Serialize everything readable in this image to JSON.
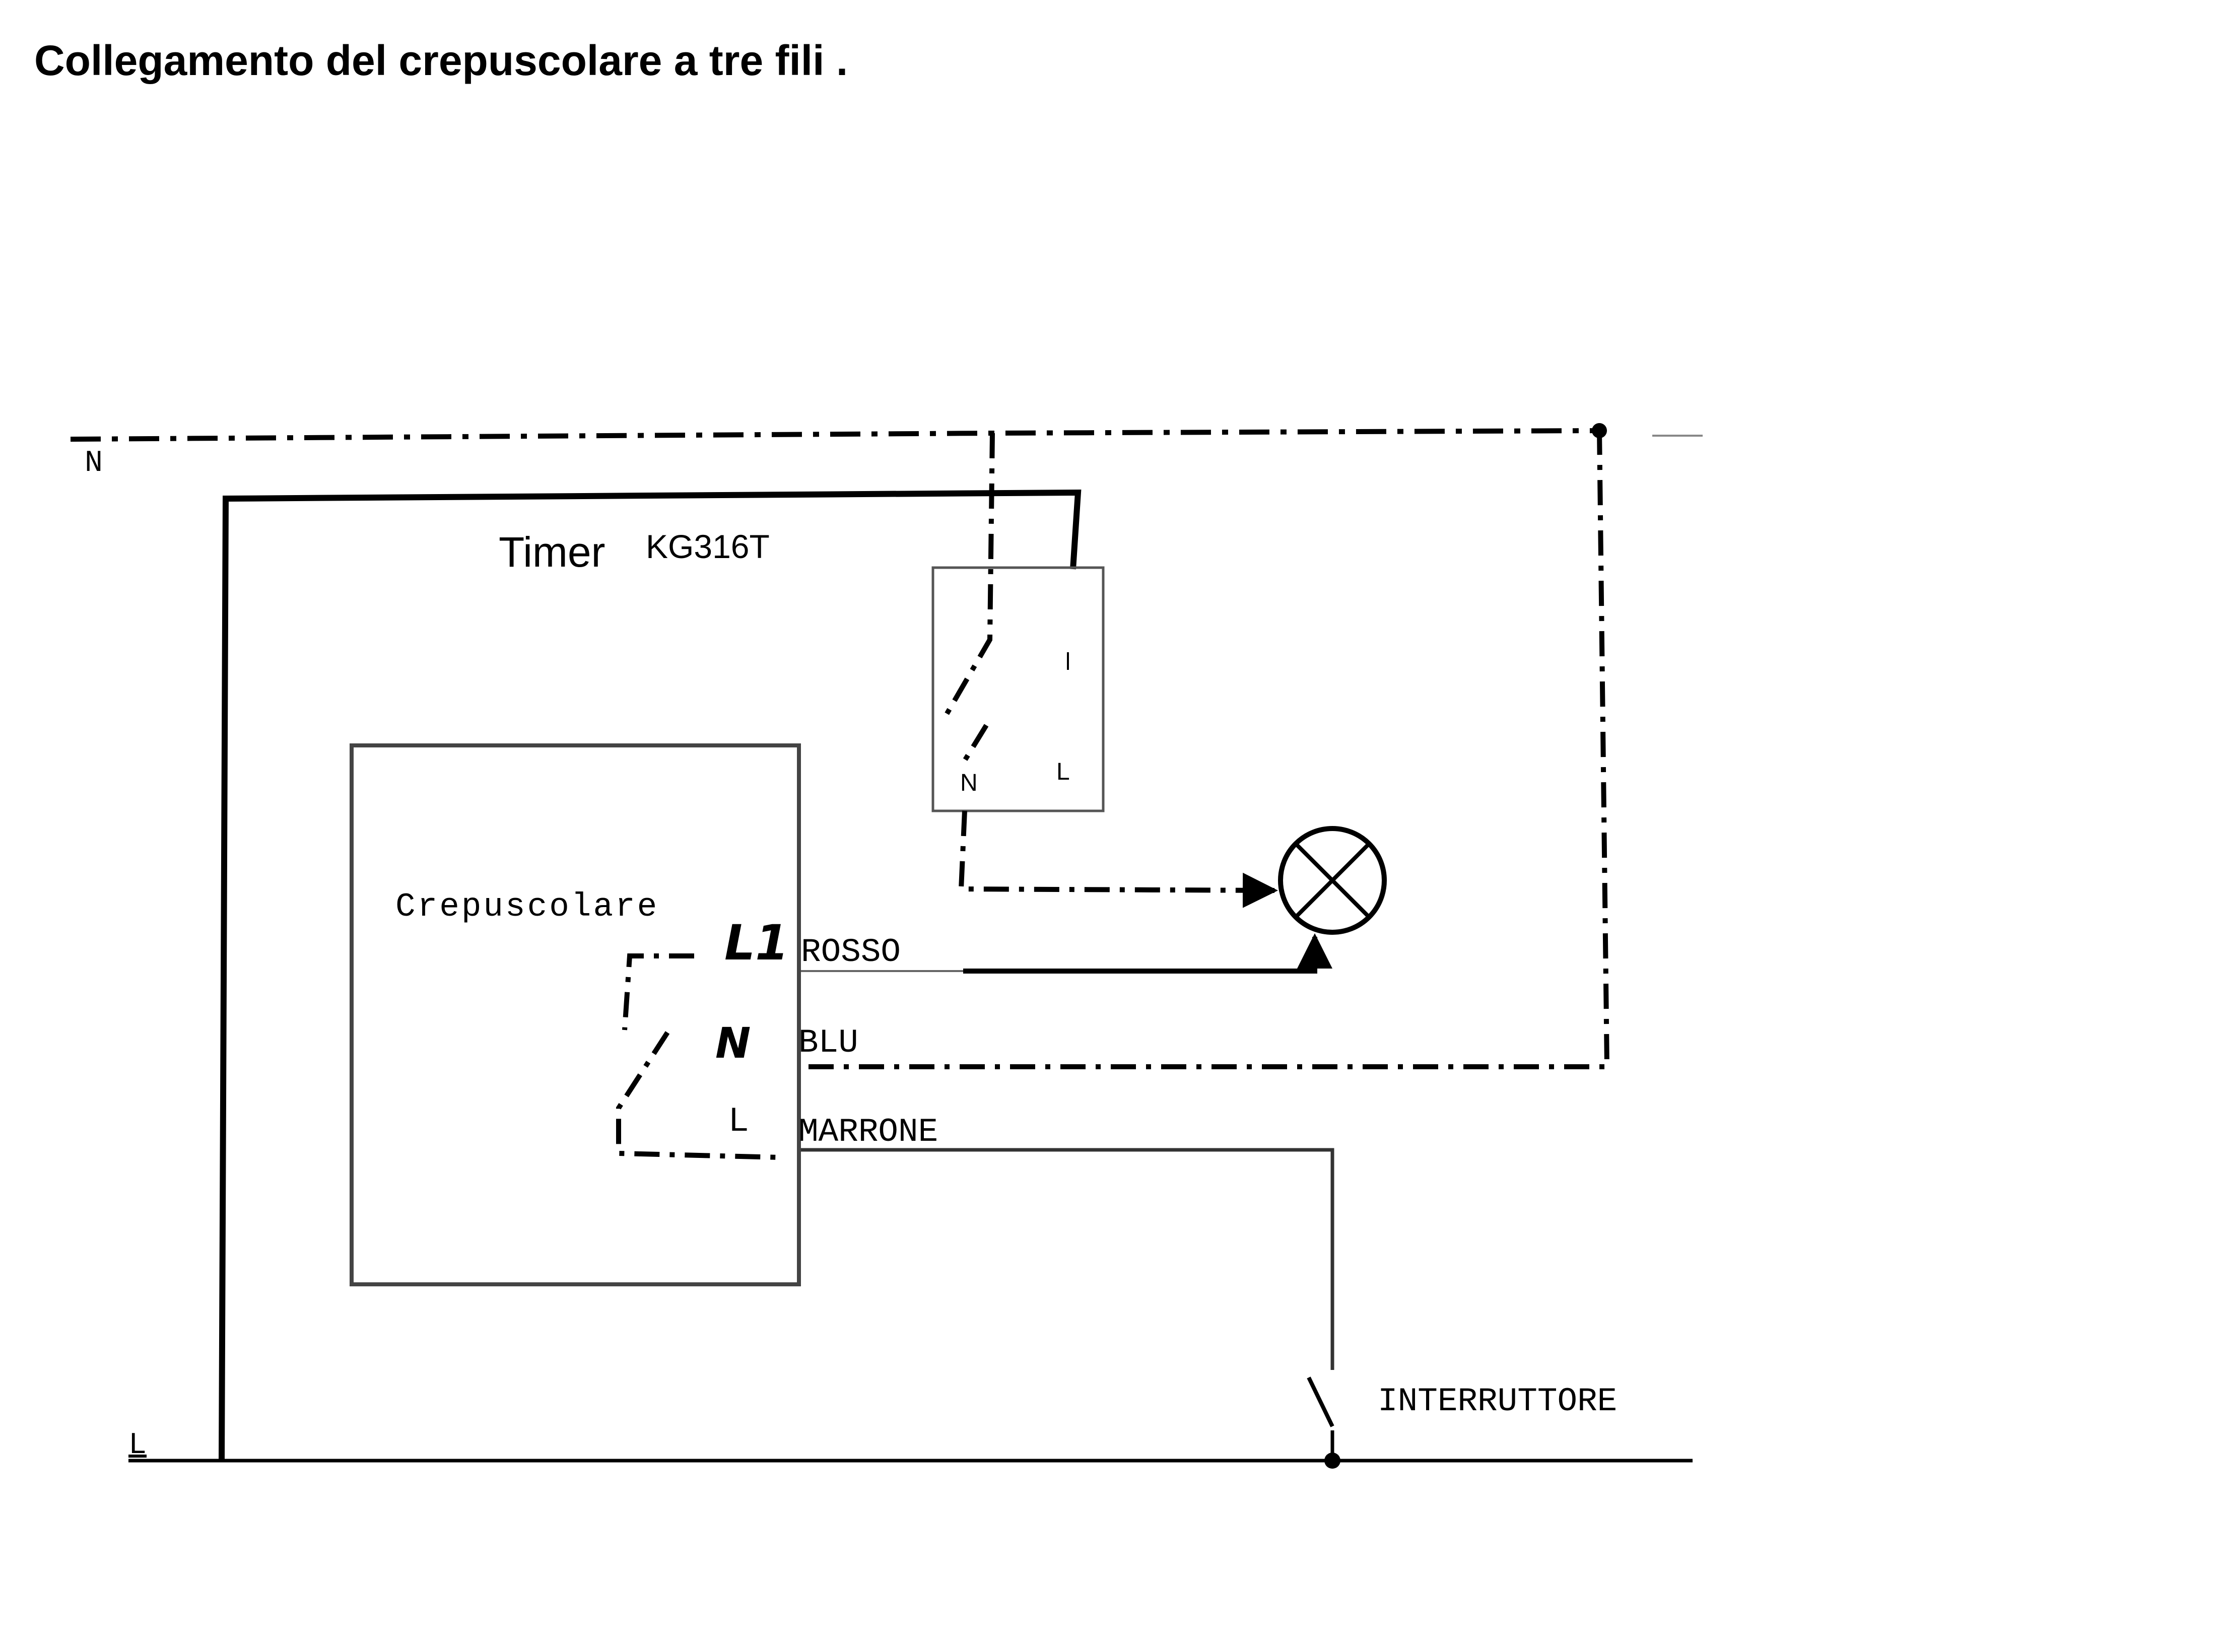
{
  "title": "Collegamento del crepuscolare a tre fili .",
  "bus_labels": {
    "neutral": "N",
    "live": "L"
  },
  "timer": {
    "label": "Timer",
    "model": "KG316T",
    "terminal_n": "N",
    "terminal_l": "L"
  },
  "crepuscolare": {
    "label": "Crepuscolare",
    "terminal_l1": "L1",
    "terminal_n": "N",
    "terminal_l": "L"
  },
  "wires": {
    "red": "ROSSO",
    "blue": "BLU",
    "brown": "MARRONE"
  },
  "switch_label": "INTERRUTTORE",
  "lamp_icon": "lamp-icon",
  "colors": {
    "ink": "#000000",
    "box_outline": "#555555",
    "background": "#ffffff"
  }
}
